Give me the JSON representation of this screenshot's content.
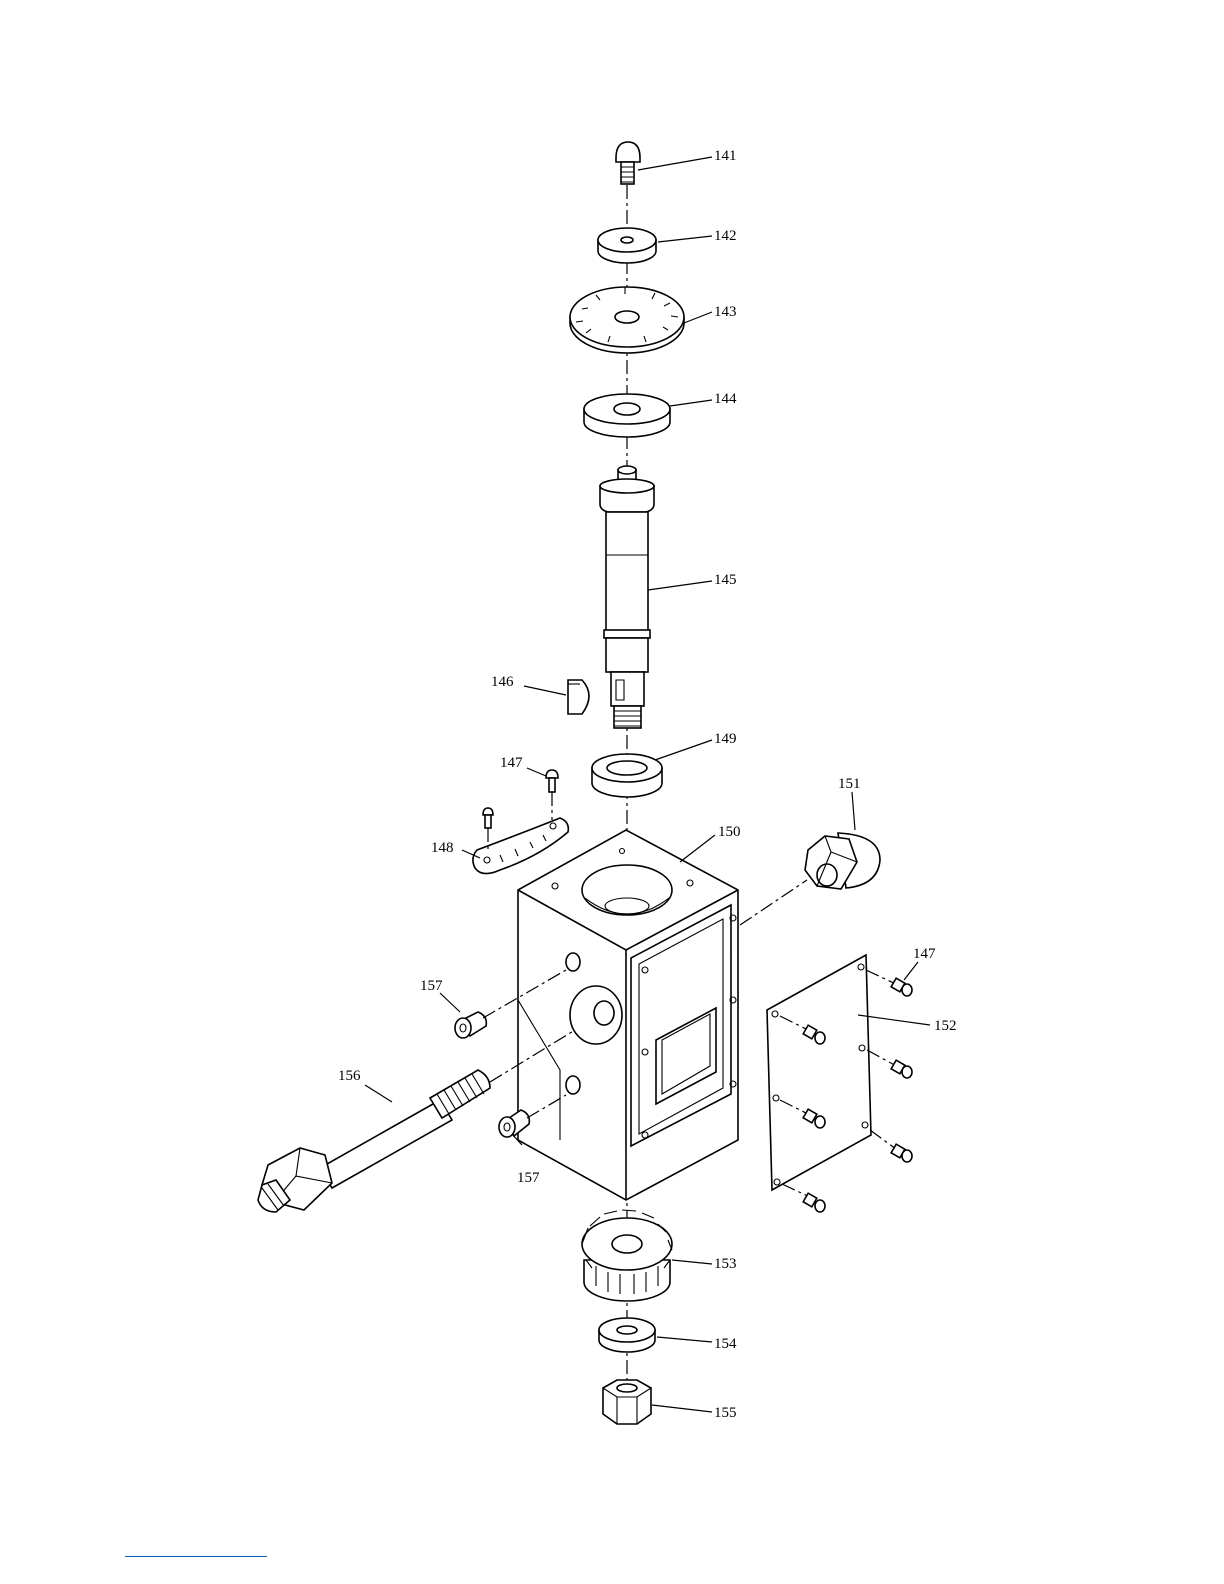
{
  "labels": {
    "p141": "141",
    "p142": "142",
    "p143": "143",
    "p144": "144",
    "p145": "145",
    "p146": "146",
    "p147_top": "147",
    "p148": "148",
    "p149": "149",
    "p150": "150",
    "p151": "151",
    "p147_right": "147",
    "p152": "152",
    "p153": "153",
    "p154": "154",
    "p155": "155",
    "p156": "156",
    "p157_upper": "157",
    "p157_lower": "157"
  },
  "colors": {
    "line": "#000000",
    "footer_rule": "#1a5fb4"
  }
}
